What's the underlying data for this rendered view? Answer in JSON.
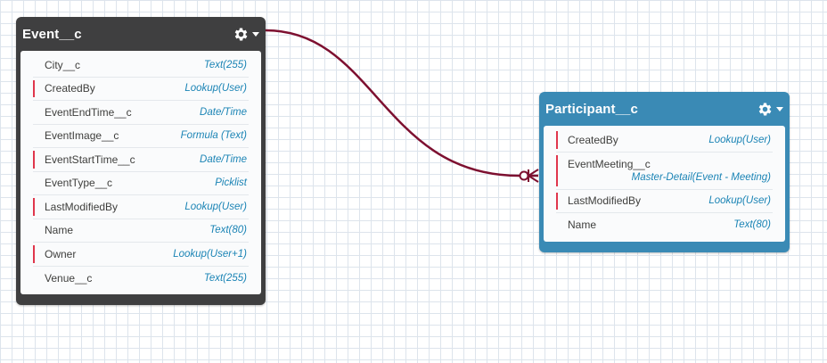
{
  "colors": {
    "event_header": "#3f3f40",
    "participant_header": "#3a8ab5",
    "relationship_line": "#7d1030",
    "required_marker": "#e0364c",
    "field_type_text": "#1b84b5",
    "grid_lines": "#dde4ec"
  },
  "event_object": {
    "title": "Event__c",
    "menu_icon": "gear-icon",
    "fields": [
      {
        "name": "City__c",
        "type": "Text(255)",
        "required": false
      },
      {
        "name": "CreatedBy",
        "type": "Lookup(User)",
        "required": true
      },
      {
        "name": "EventEndTime__c",
        "type": "Date/Time",
        "required": false
      },
      {
        "name": "EventImage__c",
        "type": "Formula (Text)",
        "required": false
      },
      {
        "name": "EventStartTime__c",
        "type": "Date/Time",
        "required": true
      },
      {
        "name": "EventType__c",
        "type": "Picklist",
        "required": false
      },
      {
        "name": "LastModifiedBy",
        "type": "Lookup(User)",
        "required": true
      },
      {
        "name": "Name",
        "type": "Text(80)",
        "required": false
      },
      {
        "name": "Owner",
        "type": "Lookup(User+1)",
        "required": true
      },
      {
        "name": "Venue__c",
        "type": "Text(255)",
        "required": false
      }
    ]
  },
  "participant_object": {
    "title": "Participant__c",
    "menu_icon": "gear-icon",
    "fields": [
      {
        "name": "CreatedBy",
        "type": "Lookup(User)",
        "required": true
      },
      {
        "name": "EventMeeting__c",
        "type": "Master-Detail(Event - Meeting)",
        "required": true
      },
      {
        "name": "LastModifiedBy",
        "type": "Lookup(User)",
        "required": true
      },
      {
        "name": "Name",
        "type": "Text(80)",
        "required": false
      }
    ]
  },
  "relationship": {
    "from": "Event__c",
    "to": "Participant__c",
    "cardinality": "one-to-many"
  }
}
